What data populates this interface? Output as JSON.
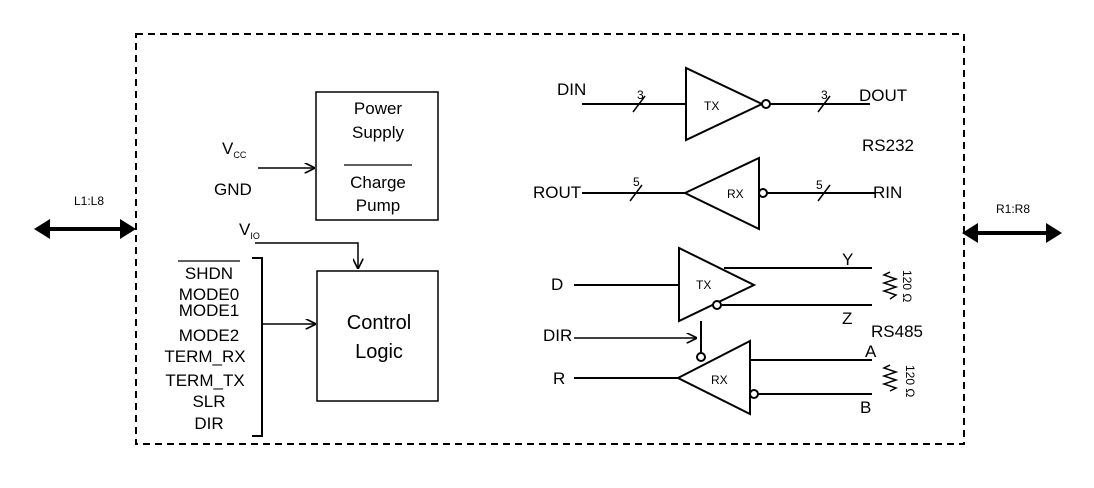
{
  "ports": {
    "left": "L1:L8",
    "right": "R1:R8"
  },
  "power_block": {
    "line1": "Power",
    "line2": "Supply",
    "line3": "Charge",
    "line4": "Pump",
    "vcc_main": "V",
    "vcc_sub": "CC",
    "gnd": "GND"
  },
  "control_block": {
    "line1": "Control",
    "line2": "Logic",
    "vio_main": "V",
    "vio_sub": "IO",
    "inputs": [
      "SHDN",
      "MODE0",
      "MODE1",
      "MODE2",
      "TERM_RX",
      "TERM_TX",
      "SLR",
      "DIR"
    ]
  },
  "rs232": {
    "title": "RS232",
    "tx_label": "TX",
    "rx_label": "RX",
    "din": "DIN",
    "dout": "DOUT",
    "rout": "ROUT",
    "rin": "RIN",
    "tx_bus_in": "3",
    "tx_bus_out": "3",
    "rx_bus_in": "5",
    "rx_bus_out": "5"
  },
  "rs485": {
    "title": "RS485",
    "tx_label": "TX",
    "rx_label": "RX",
    "d": "D",
    "dir": "DIR",
    "r": "R",
    "y": "Y",
    "z": "Z",
    "a": "A",
    "b": "B",
    "term_top": "120 Ω",
    "term_bottom": "120 Ω"
  }
}
